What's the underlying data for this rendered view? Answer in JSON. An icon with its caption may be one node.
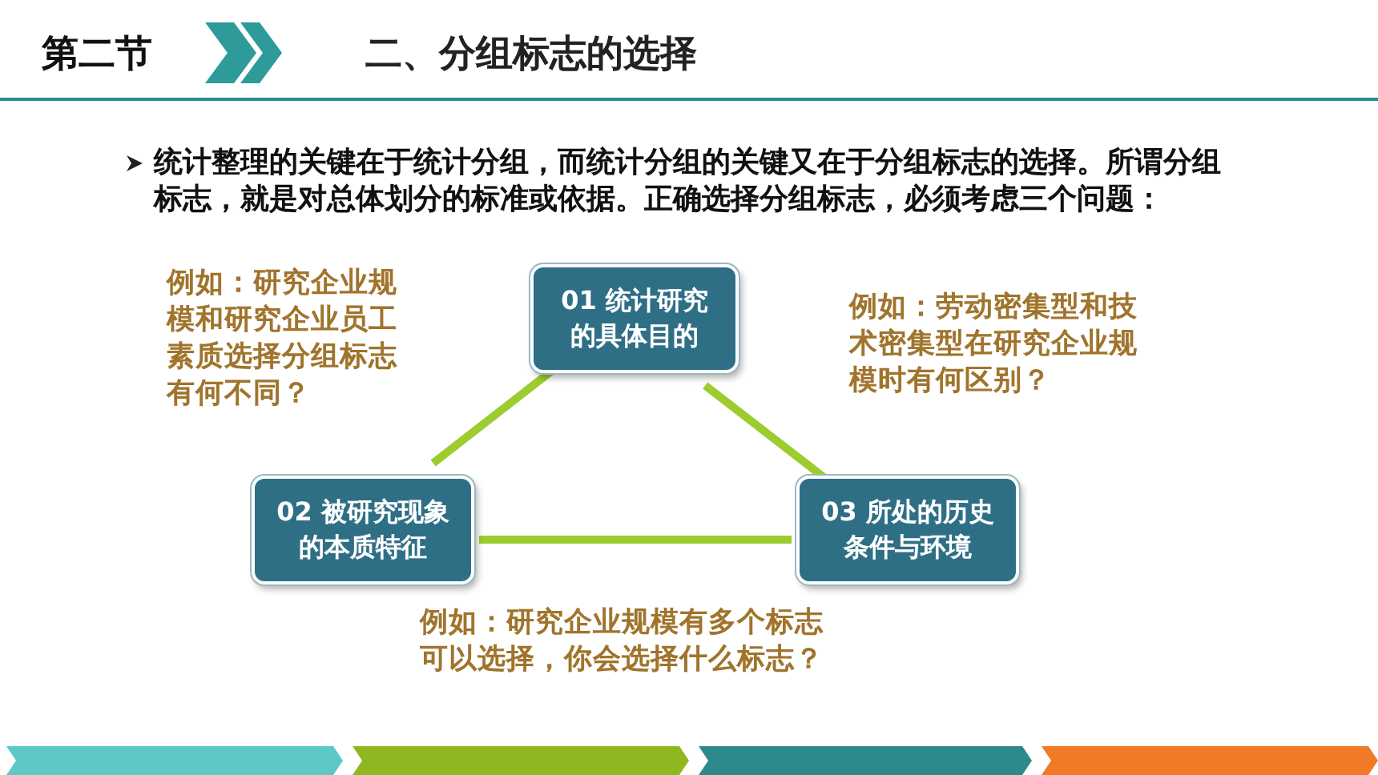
{
  "diagram": {
    "title": "二、分组标志的选择",
    "nodes": [
      {
        "text": [
          "01 统计研究的具体目的"
        ]
      },
      {
        "text": [
          "02 被研究现象的本质特征"
        ]
      },
      {
        "text": [
          "03 所处的历史条件与环境"
        ]
      }
    ],
    "edges": [
      {
        "from": 0,
        "to": 1,
        "arrow": "none"
      },
      {
        "from": 0,
        "to": 2,
        "arrow": "none"
      },
      {
        "from": 1,
        "to": 2,
        "arrow": "none"
      }
    ],
    "labels": [
      "第二节",
      "统计整理的关键在于统计分组，而统计分组的关键又在于分组标志的选择。所谓分组标志，就是对总体划分的标准或依据。正确选择分组标志，必须考虑三个问题：",
      "例如：研究企业规模和研究企业员工素质选择分组标志有何不同？",
      "例如：劳动密集型和技术密集型在研究企业规模时有何区别？",
      "例如：研究企业规模有多个标志可以选择，你会选择什么标志？"
    ]
  }
}
